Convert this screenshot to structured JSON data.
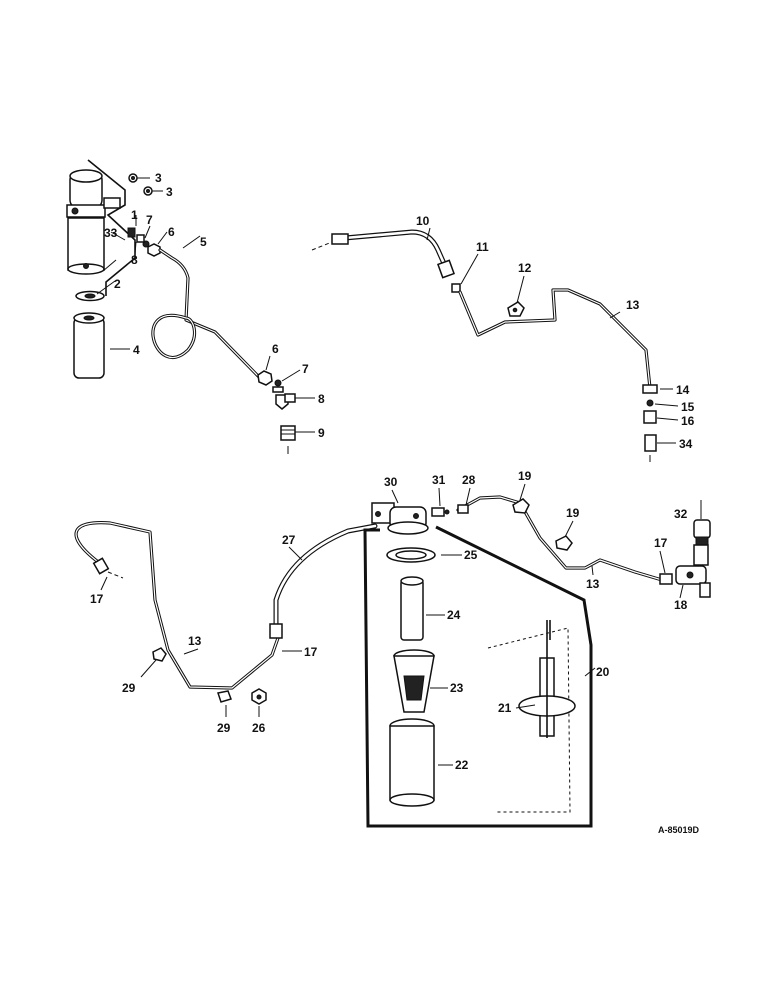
{
  "figure_id": "A-85019D",
  "callouts": {
    "p1": "1",
    "p2": "2",
    "p3a": "3",
    "p3b": "3",
    "p4": "4",
    "p5": "5",
    "p6a": "6",
    "p6b": "6",
    "p7a": "7",
    "p7b": "7",
    "p8a": "8",
    "p8b": "8",
    "p9": "9",
    "p10": "10",
    "p11": "11",
    "p12": "12",
    "p13a": "13",
    "p13b": "13",
    "p13c": "13",
    "p14": "14",
    "p15": "15",
    "p16": "16",
    "p17a": "17",
    "p17b": "17",
    "p17c": "17",
    "p18": "18",
    "p19a": "19",
    "p19b": "19",
    "p20": "20",
    "p21": "21",
    "p22": "22",
    "p23": "23",
    "p24": "24",
    "p25": "25",
    "p26": "26",
    "p27": "27",
    "p28": "28",
    "p29a": "29",
    "p29b": "29",
    "p30": "30",
    "p31": "31",
    "p32": "32",
    "p33": "33",
    "p34": "34"
  }
}
